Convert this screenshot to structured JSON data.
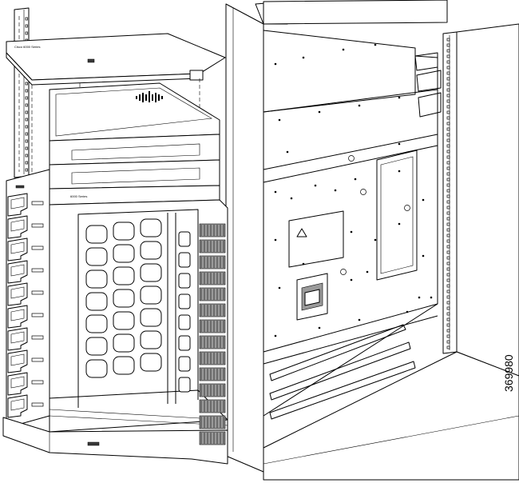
{
  "figure": {
    "id_label": "369980",
    "chassis_label": "6000 Series",
    "top_panel_label": "Cisco 6000 Series"
  }
}
